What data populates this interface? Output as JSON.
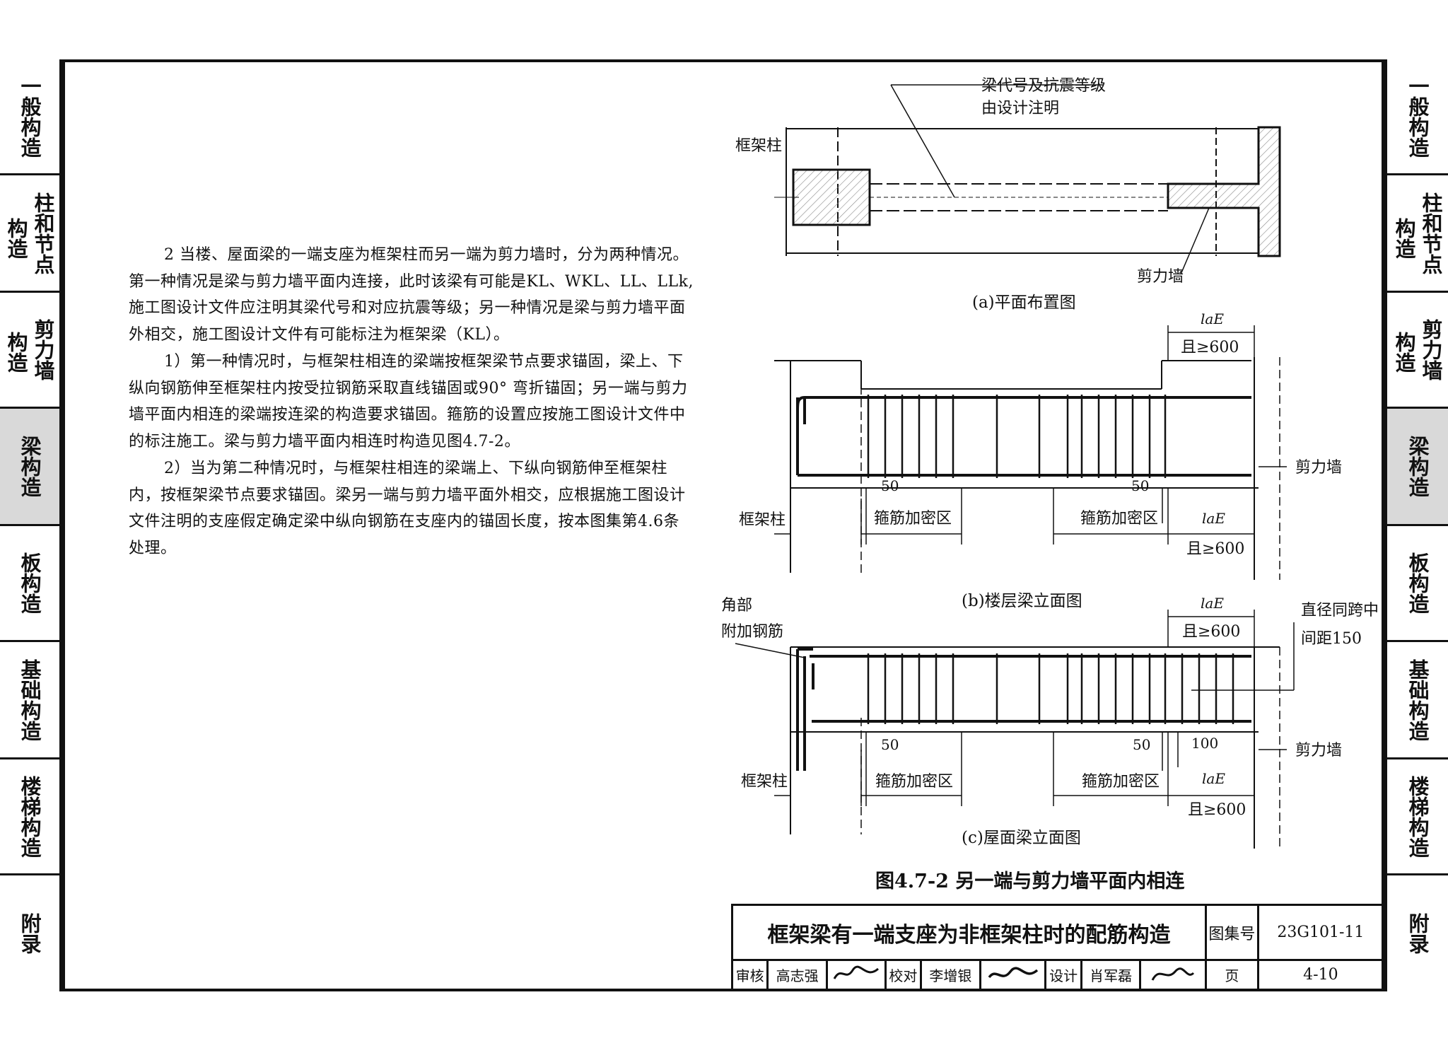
{
  "sidebar": {
    "items": [
      {
        "cols": [
          "一般构造"
        ],
        "active": false
      },
      {
        "cols": [
          "柱和节点",
          "构造"
        ],
        "active": false
      },
      {
        "cols": [
          "剪力墙",
          "构造"
        ],
        "active": false
      },
      {
        "cols": [
          "梁构造"
        ],
        "active": true
      },
      {
        "cols": [
          "板构造"
        ],
        "active": false
      },
      {
        "cols": [
          "基础构造"
        ],
        "active": false
      },
      {
        "cols": [
          "楼梯构造"
        ],
        "active": false
      },
      {
        "cols": [
          "附录"
        ],
        "active": false
      }
    ]
  },
  "text": {
    "p1": "2 当楼、屋面梁的一端支座为框架柱而另一端为剪力墙时，分为两种情况。第一种情况是梁与剪力墙平面内连接，此时该梁有可能是KL、WKL、LL、LLk,施工图设计文件应注明其梁代号和对应抗震等级；另一种情况是梁与剪力墙平面外相交，施工图设计文件有可能标注为框架梁（KL）。",
    "p2": "1）第一种情况时，与框架柱相连的梁端按框架梁节点要求锚固，梁上、下纵向钢筋伸至框架柱内按受拉钢筋采取直线锚固或90° 弯折锚固；另一端与剪力墙平面内相连的梁端按连梁的构造要求锚固。箍筋的设置应按施工图设计文件中的标注施工。梁与剪力墙平面内相连时构造见图4.7-2。",
    "p3": "2）当为第二种情况时，与框架柱相连的梁端上、下纵向钢筋伸至框架柱内，按框架梁节点要求锚固。梁另一端与剪力墙平面外相交，应根据施工图设计文件注明的支座假定确定梁中纵向钢筋在支座内的锚固长度，按本图集第4.6条处理。"
  },
  "drawing": {
    "plan": {
      "label_column": "框架柱",
      "label_beam_line1": "梁代号及抗震等级",
      "label_beam_line2": "由设计注明",
      "label_wall": "剪力墙",
      "caption": "(a)平面布置图"
    },
    "floor": {
      "lae": "laE",
      "ge600": "且≥600",
      "d50": "50",
      "zone": "箍筋加密区",
      "label_column": "框架柱",
      "label_wall": "剪力墙",
      "caption": "(b)楼层梁立面图"
    },
    "roof": {
      "corner_line1": "角部",
      "corner_line2": "附加钢筋",
      "note_line1": "直径同跨中",
      "note_line2": "间距150",
      "lae": "laE",
      "ge600": "且≥600",
      "d50": "50",
      "d100": "100",
      "zone": "箍筋加密区",
      "label_column": "框架柱",
      "label_wall": "剪力墙",
      "caption": "(c)屋面梁立面图"
    },
    "figure_title": "图4.7-2 另一端与剪力墙平面内相连"
  },
  "titleblock": {
    "title": "框架梁有一端支座为非框架柱时的配筋构造",
    "atlas_label": "图集号",
    "atlas_no": "23G101-11",
    "review_label": "审核",
    "review_name": "高志强",
    "check_label": "校对",
    "check_name": "李增银",
    "design_label": "设计",
    "design_name": "肖军磊",
    "page_label": "页",
    "page_no": "4-10"
  }
}
